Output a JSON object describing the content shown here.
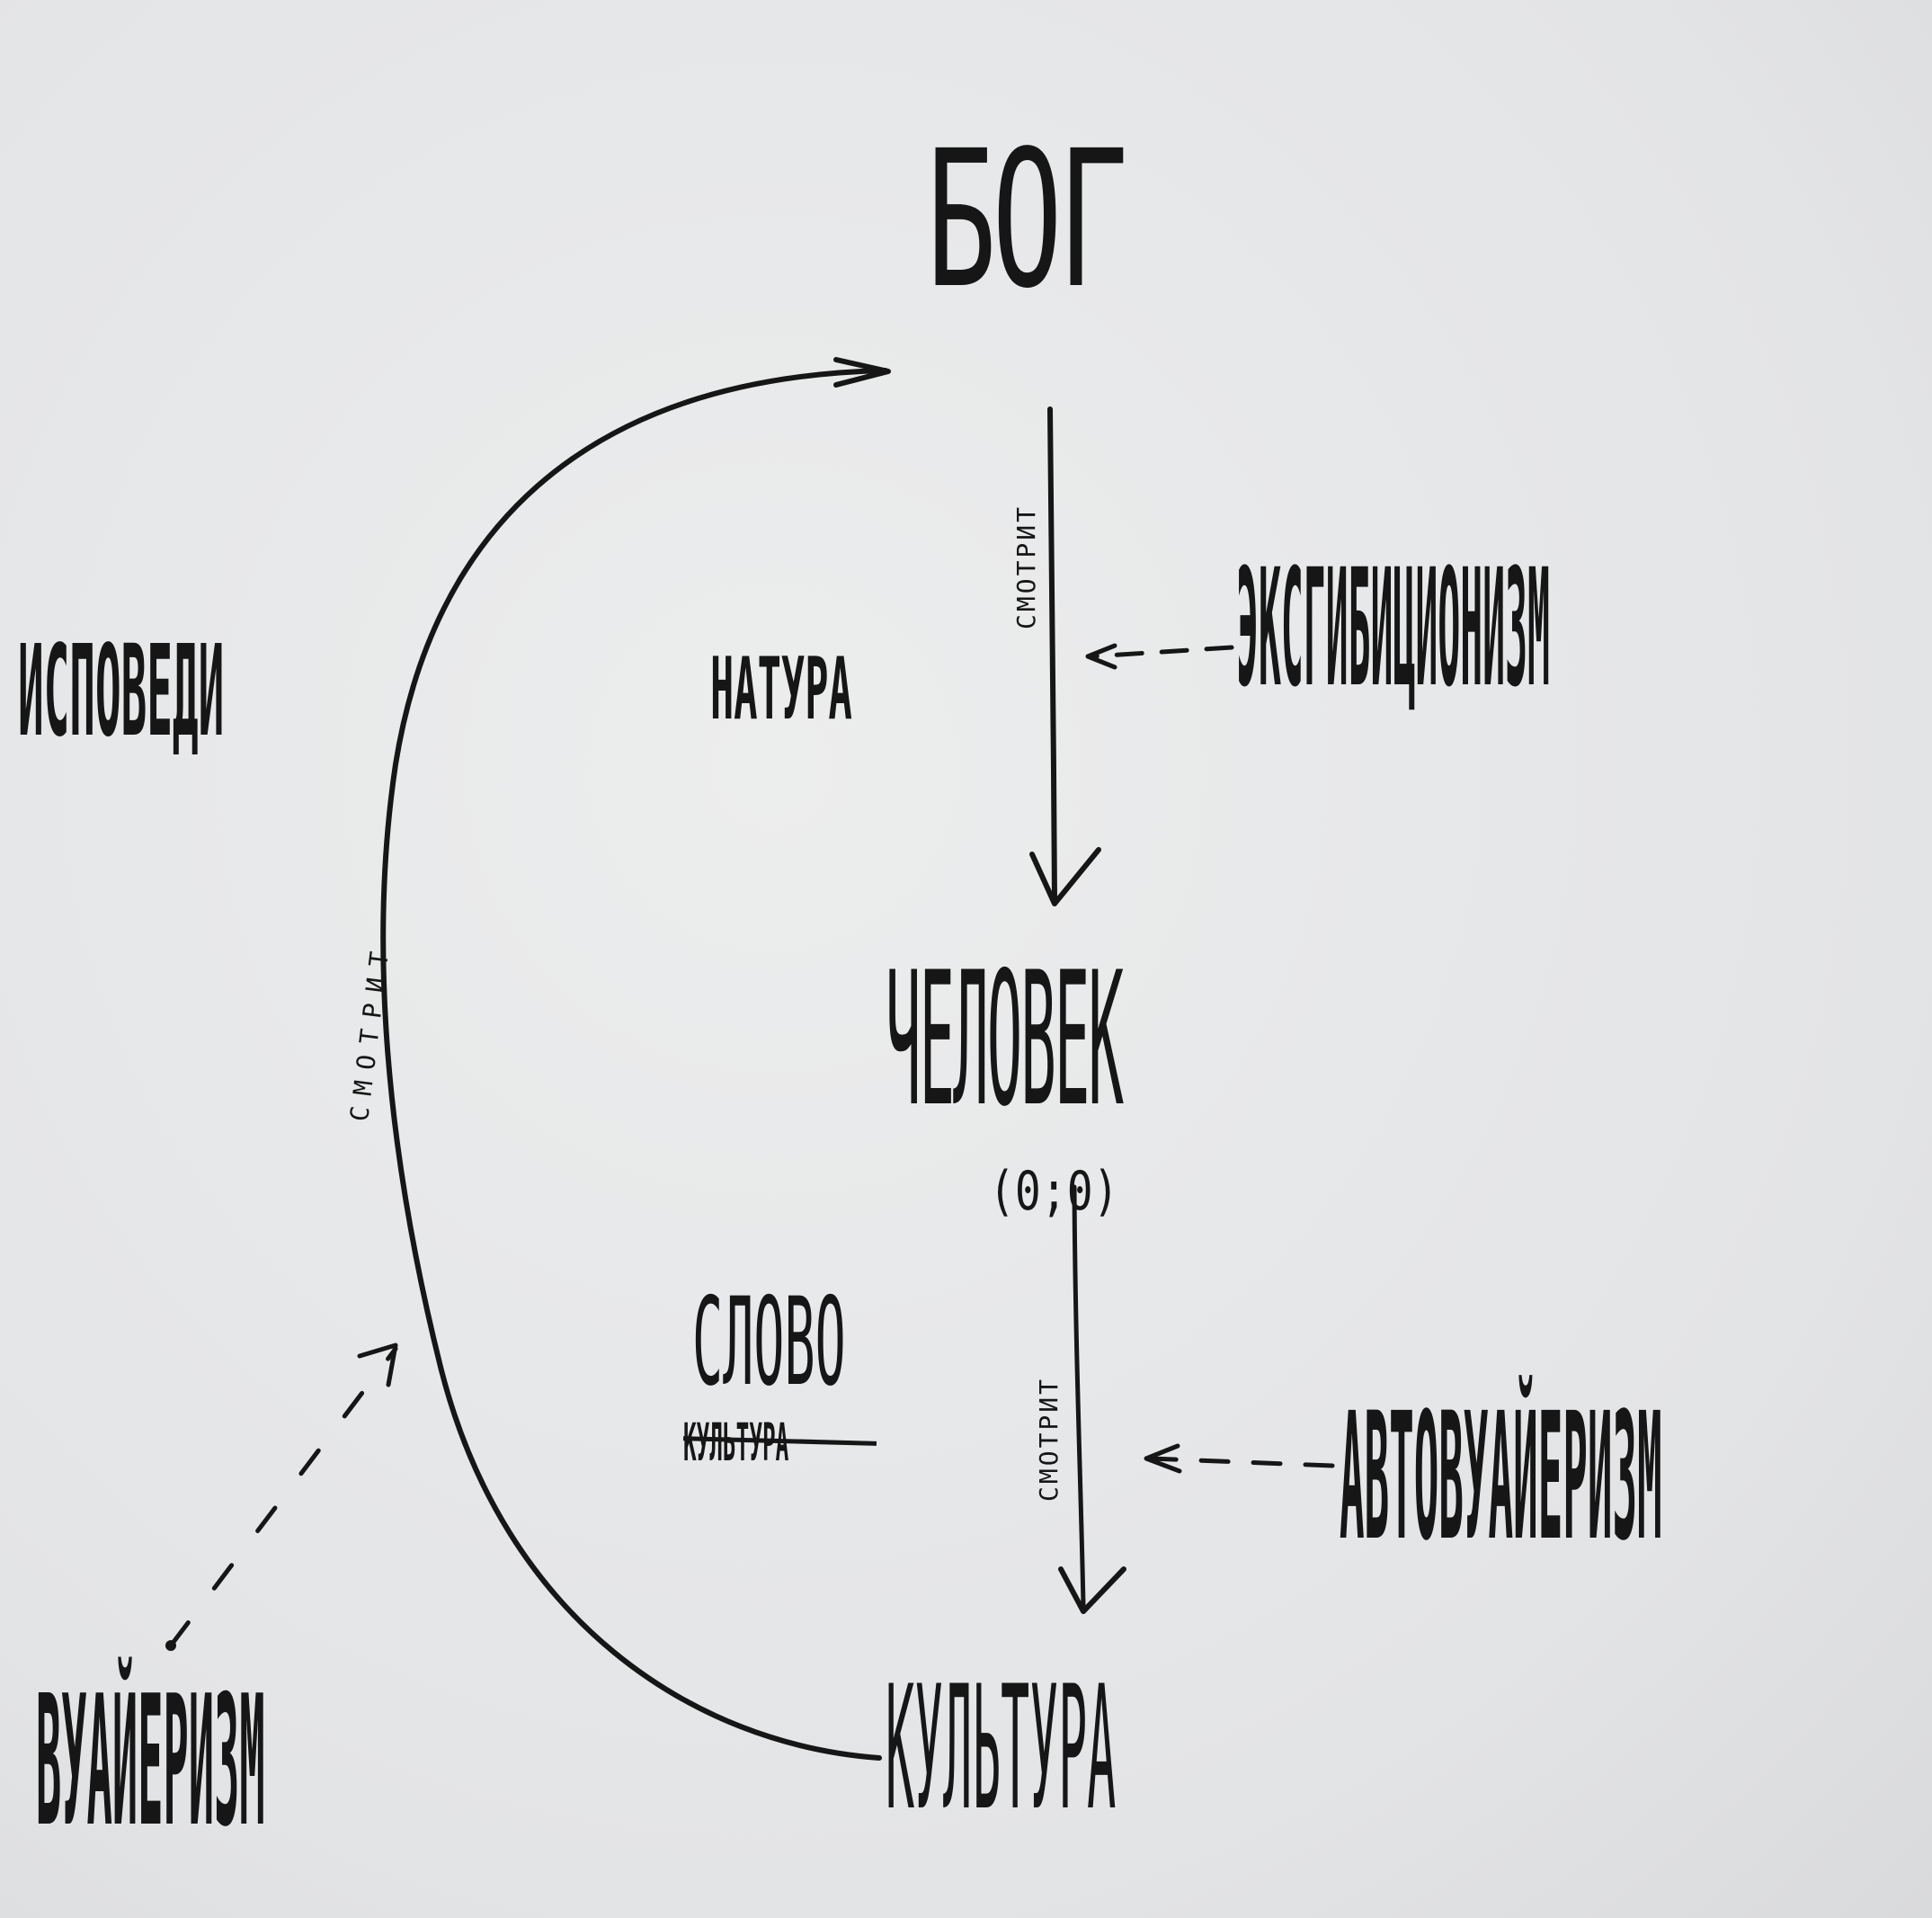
{
  "diagram": {
    "nodes": {
      "god": "Бог",
      "human": "Человек",
      "human_coords": "(0;0)",
      "culture": "Культура",
      "confessions": "Исповеди",
      "nature": "Натура",
      "exhibitionism": "Эксгибиционизм",
      "word": "Слово",
      "culture_crossed": "Культура",
      "autovoyeurism": "Автовуайеризм",
      "voyeurism": "Вуайеризм"
    },
    "edges": {
      "god_to_human": "смотрит",
      "human_to_culture": "смотрит",
      "culture_to_god": "смотрит"
    },
    "colors": {
      "ink": "#161616",
      "paper": "#e6e7e9"
    }
  }
}
